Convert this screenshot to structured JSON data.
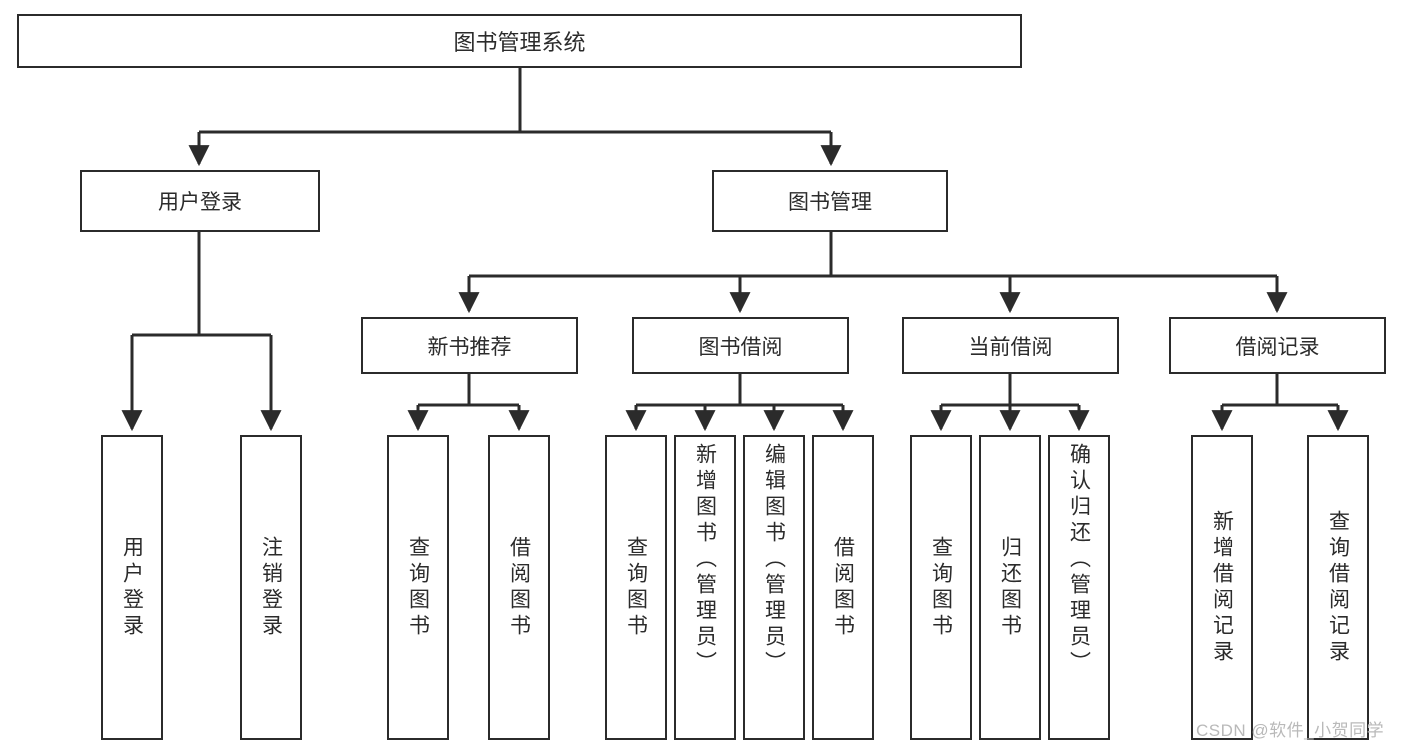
{
  "diagram": {
    "title": "图书管理系统",
    "type": "hierarchy-tree",
    "root": {
      "label": "图书管理系统"
    },
    "level2": [
      {
        "id": "user-login",
        "label": "用户登录"
      },
      {
        "id": "book-manage",
        "label": "图书管理"
      }
    ],
    "level3": [
      {
        "id": "new-book-recommend",
        "label": "新书推荐",
        "parent": "book-manage"
      },
      {
        "id": "book-borrow",
        "label": "图书借阅",
        "parent": "book-manage"
      },
      {
        "id": "current-borrow",
        "label": "当前借阅",
        "parent": "book-manage"
      },
      {
        "id": "borrow-record",
        "label": "借阅记录",
        "parent": "book-manage"
      }
    ],
    "leaves": [
      {
        "id": "leaf-user-login",
        "label": "用户登录",
        "parent": "user-login"
      },
      {
        "id": "leaf-user-logout",
        "label": "注销登录",
        "parent": "user-login"
      },
      {
        "id": "leaf-query-book-1",
        "label": "查询图书",
        "parent": "new-book-recommend"
      },
      {
        "id": "leaf-borrow-book-1",
        "label": "借阅图书",
        "parent": "new-book-recommend"
      },
      {
        "id": "leaf-query-book-2",
        "label": "查询图书",
        "parent": "book-borrow"
      },
      {
        "id": "leaf-add-book",
        "label": "新增图书（管理员）",
        "parent": "book-borrow"
      },
      {
        "id": "leaf-edit-book",
        "label": "编辑图书（管理员）",
        "parent": "book-borrow"
      },
      {
        "id": "leaf-borrow-book-2",
        "label": "借阅图书",
        "parent": "book-borrow"
      },
      {
        "id": "leaf-query-book-3",
        "label": "查询图书",
        "parent": "current-borrow"
      },
      {
        "id": "leaf-return-book",
        "label": "归还图书",
        "parent": "current-borrow"
      },
      {
        "id": "leaf-confirm-return",
        "label": "确认归还（管理员）",
        "parent": "current-borrow"
      },
      {
        "id": "leaf-add-record",
        "label": "新增借阅记录",
        "parent": "borrow-record"
      },
      {
        "id": "leaf-query-record",
        "label": "查询借阅记录",
        "parent": "borrow-record"
      }
    ],
    "colors": {
      "stroke": "#2b2b2b",
      "fill": "#ffffff",
      "text": "#2b2b2b",
      "watermark": "#b9b9b9"
    }
  },
  "watermark": {
    "text": "CSDN @软件_小贺同学"
  }
}
